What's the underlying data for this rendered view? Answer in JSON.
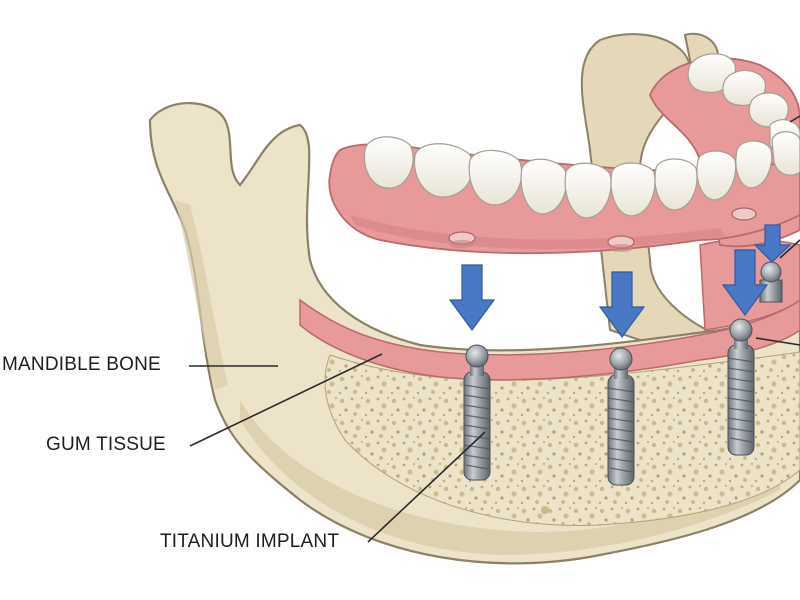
{
  "labels": {
    "mandible_bone": "MANDIBLE BONE",
    "gum_tissue": "GUM TISSUE",
    "titanium_implant": "TITANIUM IMPLANT"
  },
  "colors": {
    "bone": "#ede3c8",
    "bone_shadow": "#d9ccaa",
    "bone_outline": "#8c8066",
    "gum": "#e8999a",
    "gum_light": "#f2b8b6",
    "tooth": "#f8f6ee",
    "tooth_outline": "#a39f92",
    "implant": "#9aa0a6",
    "implant_dark": "#5d646b",
    "arrow": "#4a78c4",
    "leader_line": "#2a2a2a"
  },
  "icons": {
    "arrow": "down-arrow-icon",
    "implant": "titanium-implant-icon"
  }
}
